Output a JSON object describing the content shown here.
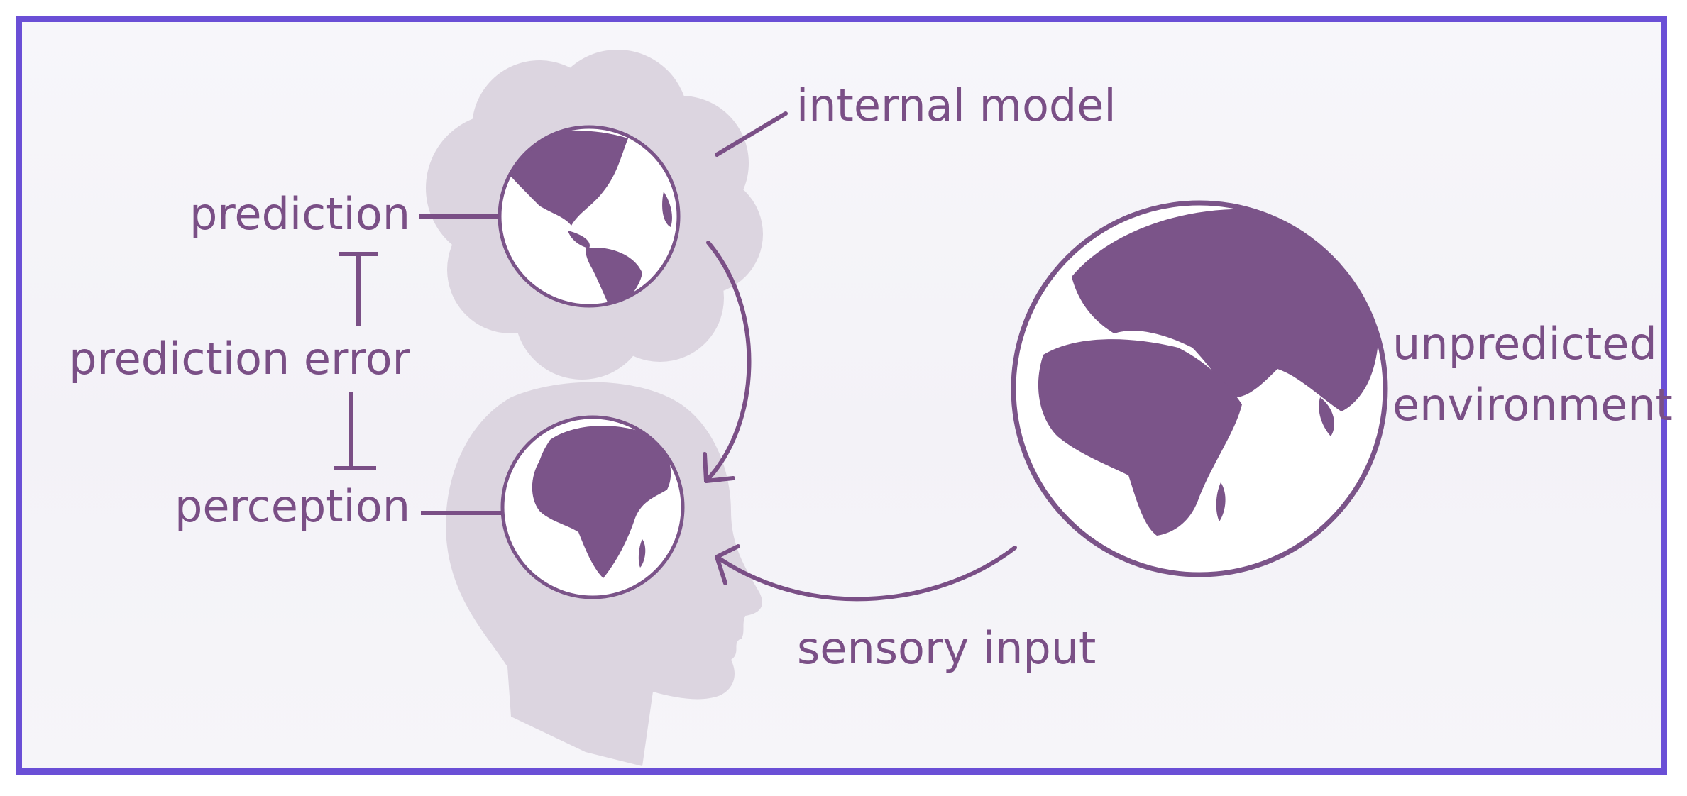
{
  "labels": {
    "internal_model": "internal model",
    "prediction": "prediction",
    "prediction_error": "prediction error",
    "perception": "perception",
    "unpredicted_environment_line1": "unpredicted",
    "unpredicted_environment_line2": "environment",
    "sensory_input": "sensory input"
  },
  "colors": {
    "frame_border": "#6a4fd6",
    "accent_purple": "#7a4f86",
    "land_purple": "#7b5489",
    "silhouette": "#dcd5e0"
  },
  "icons": {
    "thought_cloud": "thought-cloud-icon",
    "head": "head-silhouette-icon",
    "globe_americas": "globe-americas-icon",
    "globe_africa_small": "globe-africa-icon",
    "globe_africa_large": "globe-africa-large-icon"
  }
}
